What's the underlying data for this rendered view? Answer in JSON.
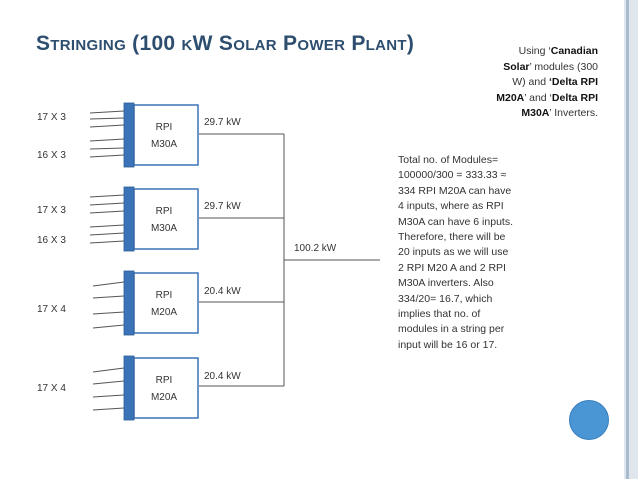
{
  "title": "Stringing (100 kW Solar Power Plant)",
  "note": {
    "p1": "Using ‘",
    "brand1": "Canadian Solar",
    "p2": "’ modules (300 W) and ",
    "brand2": "‘Delta RPI M20A",
    "p3": "’ and ‘",
    "brand3": "Delta RPI M30A",
    "p4": "’ Inverters."
  },
  "diagram": {
    "inverters": [
      {
        "model_line1": "RPI",
        "model_line2": "M30A",
        "output": "29.7 kW",
        "strings": [
          "17 X 3",
          "16 X 3"
        ]
      },
      {
        "model_line1": "RPI",
        "model_line2": "M30A",
        "output": "29.7 kW",
        "strings": [
          "17 X 3",
          "16 X 3"
        ]
      },
      {
        "model_line1": "RPI",
        "model_line2": "M20A",
        "output": "20.4 kW",
        "strings": [
          "17 X 4"
        ]
      },
      {
        "model_line1": "RPI",
        "model_line2": "M20A",
        "output": "20.4 kW",
        "strings": [
          "17 X 4"
        ]
      }
    ],
    "total": "100.2 kW"
  },
  "explanation": "Total no. of Modules= 100000/300 = 333.33 ≈ 334 RPI M20A can have 4 inputs, where as RPI M30A can have 6 inputs. Therefore, there will be 20 inputs as we will use 2 RPI M20 A and 2 RPI M30A inverters. Also 334/20= 16.7, which implies that no. of modules in a string per input will be 16 or 17.",
  "colors": {
    "title": "#2d4e6e",
    "connector_fill": "#3b73b9",
    "inverter_border": "#3b73b9",
    "accent_circle": "#4a95d4",
    "side_bar": "#dfe6ee"
  }
}
